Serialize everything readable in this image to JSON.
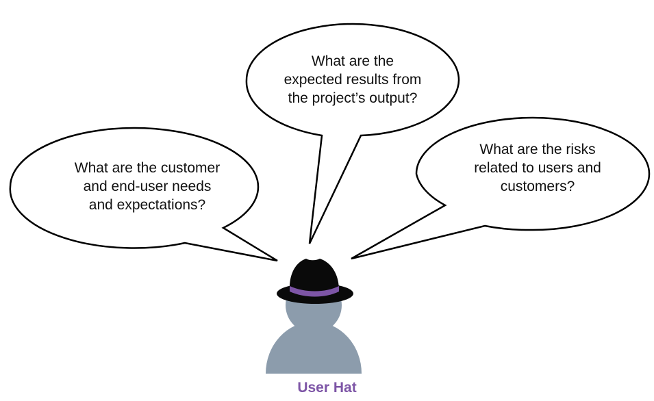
{
  "bubbles": {
    "top": {
      "lines": [
        "What are the",
        "expected results from",
        "the project’s output?"
      ]
    },
    "left": {
      "lines": [
        "What are the customer",
        "and end-user needs",
        "and expectations?"
      ]
    },
    "right": {
      "lines": [
        "What are the risks",
        "related to users and",
        "customers?"
      ]
    }
  },
  "caption": {
    "label": "User Hat"
  },
  "colors": {
    "accent": "#7d55a6",
    "person": "#8c9cac",
    "hat": "#0a0a0a",
    "bubble_fill": "#ffffff",
    "bubble_stroke": "#000000"
  },
  "icons": {
    "figure": "user-with-hat-icon",
    "hat": "fedora-hat-icon"
  }
}
